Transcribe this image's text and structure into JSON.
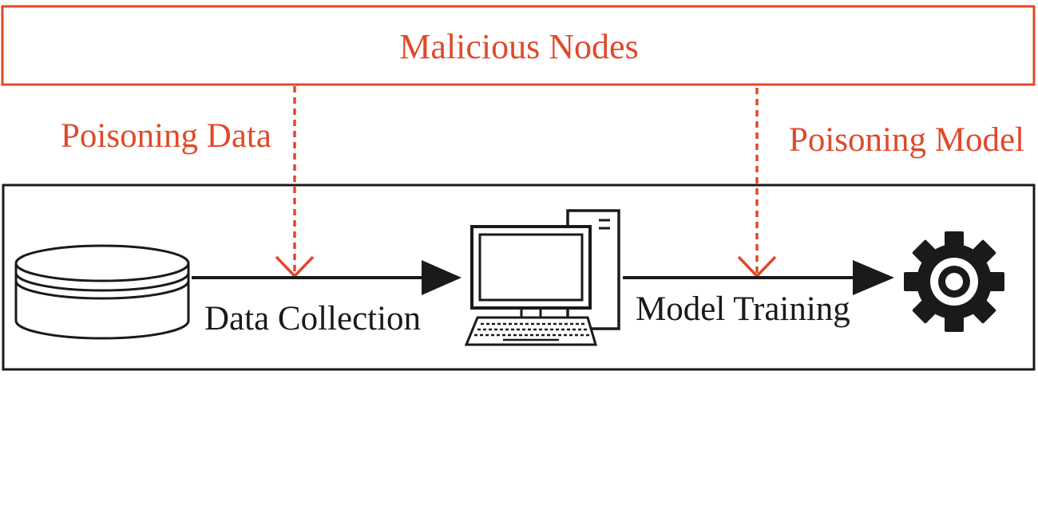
{
  "colors": {
    "attack": "#e0492a",
    "pipeline": "#1a1a1a",
    "background": "#ffffff"
  },
  "attacker": {
    "title": "Malicious Nodes"
  },
  "attacks": {
    "data_poisoning": "Poisoning Data",
    "model_poisoning": "Poisoning Model"
  },
  "pipeline": {
    "stage_data_collection": "Data Collection",
    "stage_model_training": "Model Training"
  },
  "icons": {
    "source": "database-icon",
    "workstation": "computer-icon",
    "model": "gear-icon"
  }
}
